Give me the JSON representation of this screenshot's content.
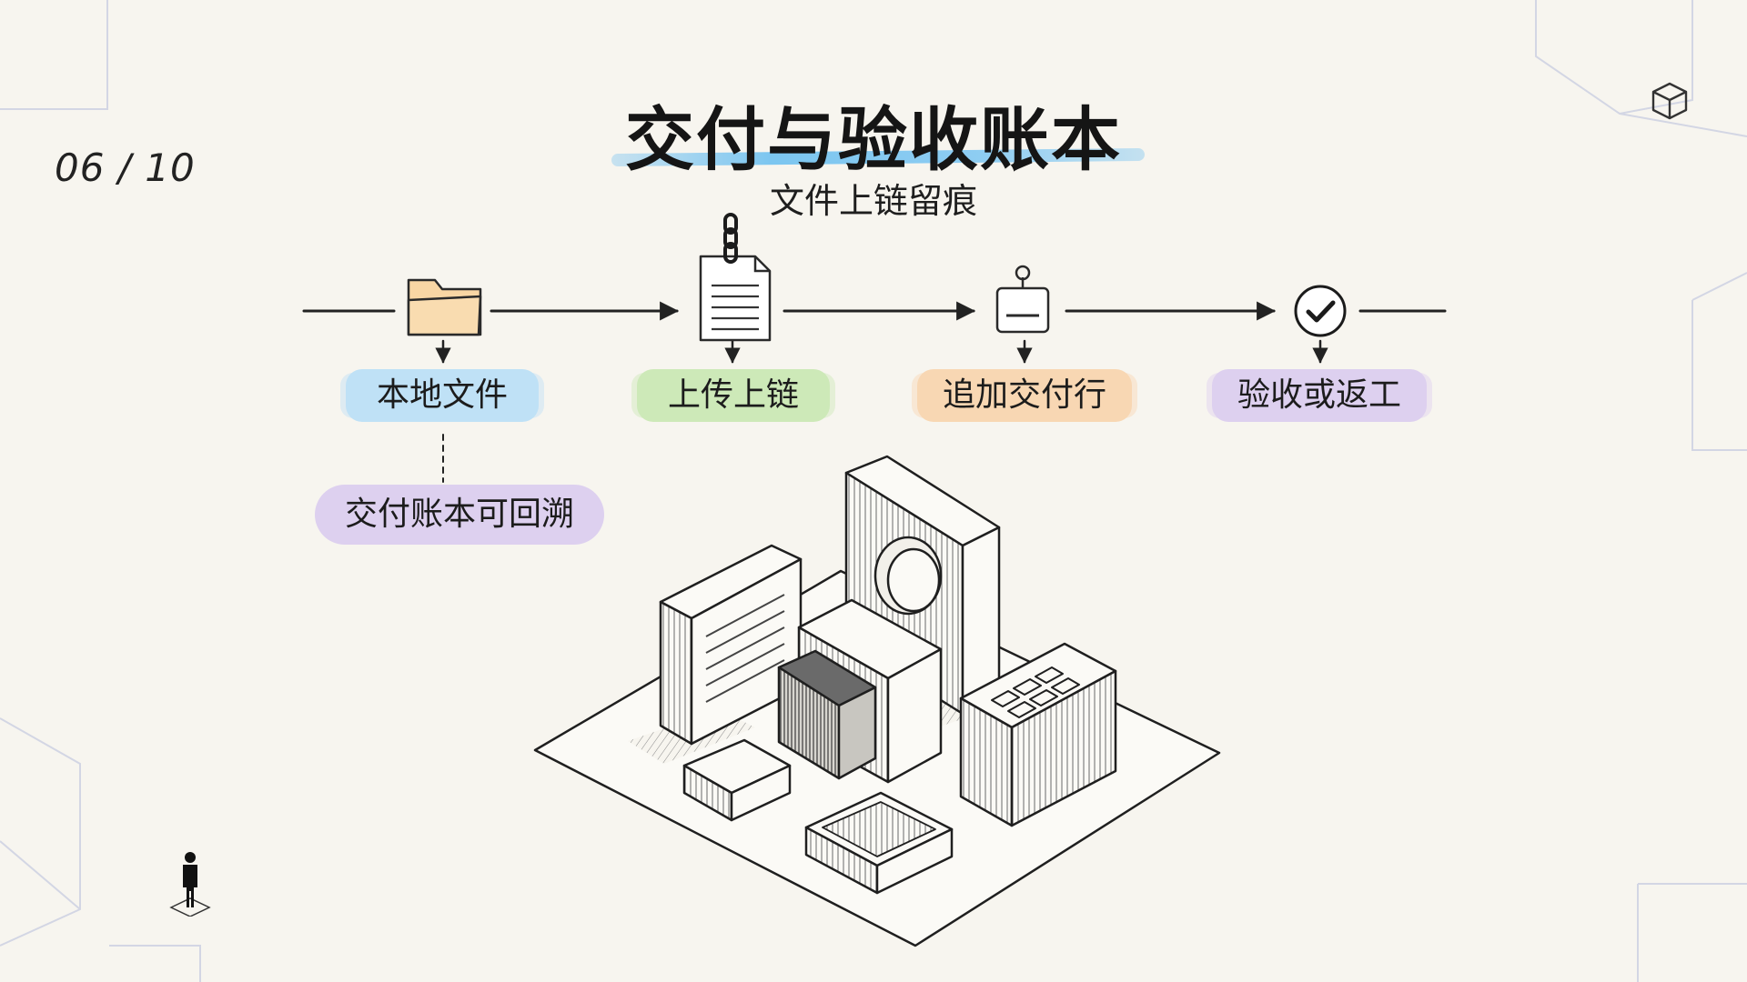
{
  "page": {
    "counter": "06 / 10"
  },
  "header": {
    "title": "交付与验收账本",
    "subtitle": "文件上链留痕"
  },
  "flow": {
    "steps": [
      {
        "label": "本地文件",
        "icon": "folder-icon",
        "color": "#bfe1f6"
      },
      {
        "label": "上传上链",
        "icon": "chained-document-icon",
        "color": "#cde9b8"
      },
      {
        "label": "追加交付行",
        "icon": "tag-icon",
        "color": "#f8d7b3"
      },
      {
        "label": "验收或返工",
        "icon": "check-circle-icon",
        "color": "#ddd0ef"
      }
    ],
    "note": {
      "label": "交付账本可回溯",
      "color": "#ddd0ef"
    }
  },
  "decor": {
    "corner_icon": "cube-icon",
    "figure": "person-figure-icon",
    "illustration": "isometric-blocks-illustration"
  }
}
